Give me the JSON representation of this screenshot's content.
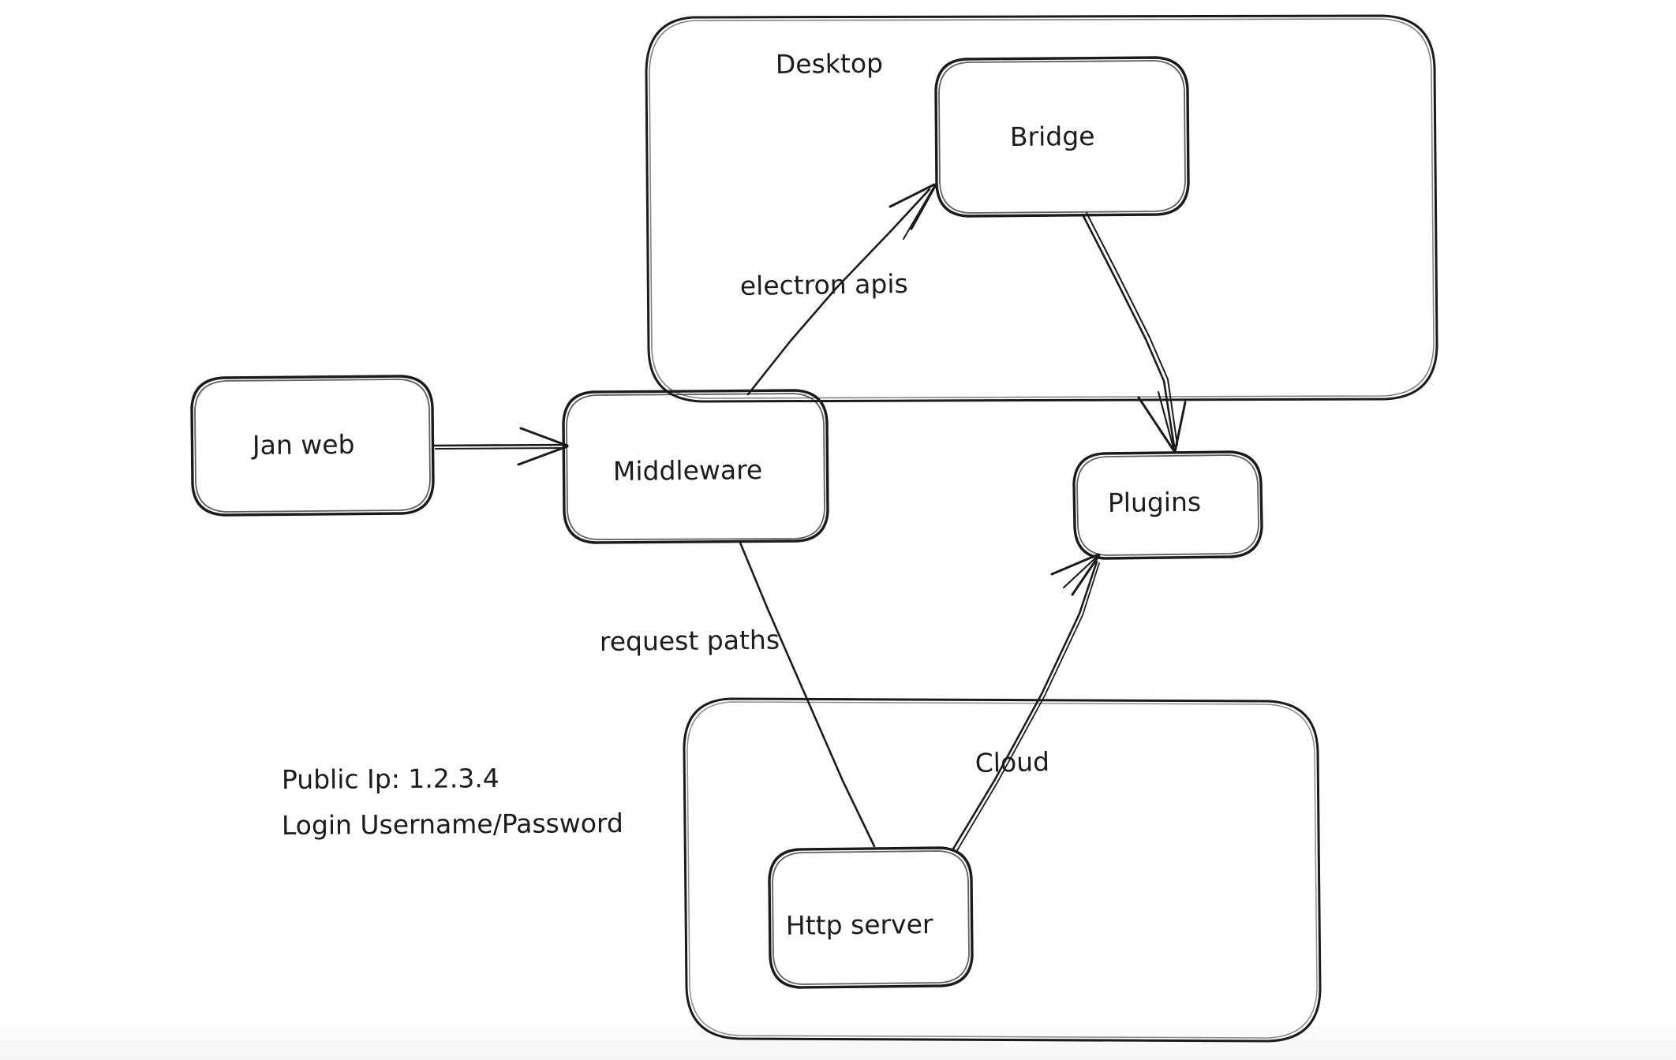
{
  "diagram": {
    "title": "Jan architecture hand-drawn diagram",
    "style": "hand-drawn excalidraw sketch",
    "background_color": "#ffffff",
    "stroke_color": "#1b1b1b",
    "groups": [
      {
        "id": "desktop",
        "label": "Desktop"
      },
      {
        "id": "cloud",
        "label": ""
      }
    ],
    "nodes": [
      {
        "id": "jan-web",
        "label": "Jan web"
      },
      {
        "id": "middleware",
        "label": "Middleware"
      },
      {
        "id": "bridge",
        "label": "Bridge"
      },
      {
        "id": "plugins",
        "label": "Plugins"
      },
      {
        "id": "http-server",
        "label": "Http server"
      }
    ],
    "edges": [
      {
        "id": "janweb-to-middleware",
        "from": "Jan web",
        "to": "Middleware",
        "label": ""
      },
      {
        "id": "middleware-to-bridge",
        "from": "Middleware",
        "to": "Bridge",
        "label": "electron apis"
      },
      {
        "id": "bridge-to-plugins",
        "from": "Bridge",
        "to": "Plugins",
        "label": ""
      },
      {
        "id": "middleware-to-httpserver",
        "from": "Middleware",
        "to": "Http server",
        "label": "request paths"
      },
      {
        "id": "httpserver-to-plugins",
        "from": "Http server",
        "to": "Plugins",
        "label": "Cloud"
      }
    ],
    "edge_labels": {
      "electron_apis": "electron apis",
      "request_paths": "request paths",
      "cloud": "Cloud"
    },
    "notes": {
      "public_ip": "Public Ip: 1.2.3.4",
      "login": "Login Username/Password"
    }
  }
}
